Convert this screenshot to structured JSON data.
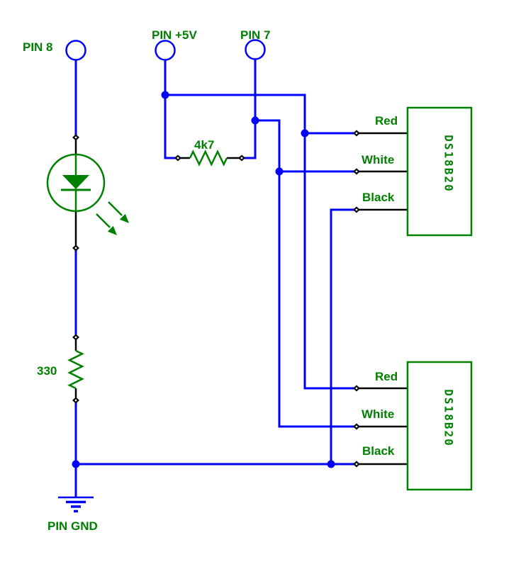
{
  "colors": {
    "wire": "#0000ff",
    "symbol": "#008000",
    "lead": "#000000",
    "bg": "#ffffff"
  },
  "labels": {
    "pin8": "PIN 8",
    "pin5v": "PIN +5V",
    "pin7": "PIN 7",
    "pingnd": "PIN GND",
    "r_pullup": "4k7",
    "r_led": "330"
  },
  "sensors": {
    "top": {
      "name": "DS18B20",
      "wire_labels": {
        "red": "Red",
        "white": "White",
        "black": "Black"
      }
    },
    "bottom": {
      "name": "DS18B20",
      "wire_labels": {
        "red": "Red",
        "white": "White",
        "black": "Black"
      }
    }
  }
}
